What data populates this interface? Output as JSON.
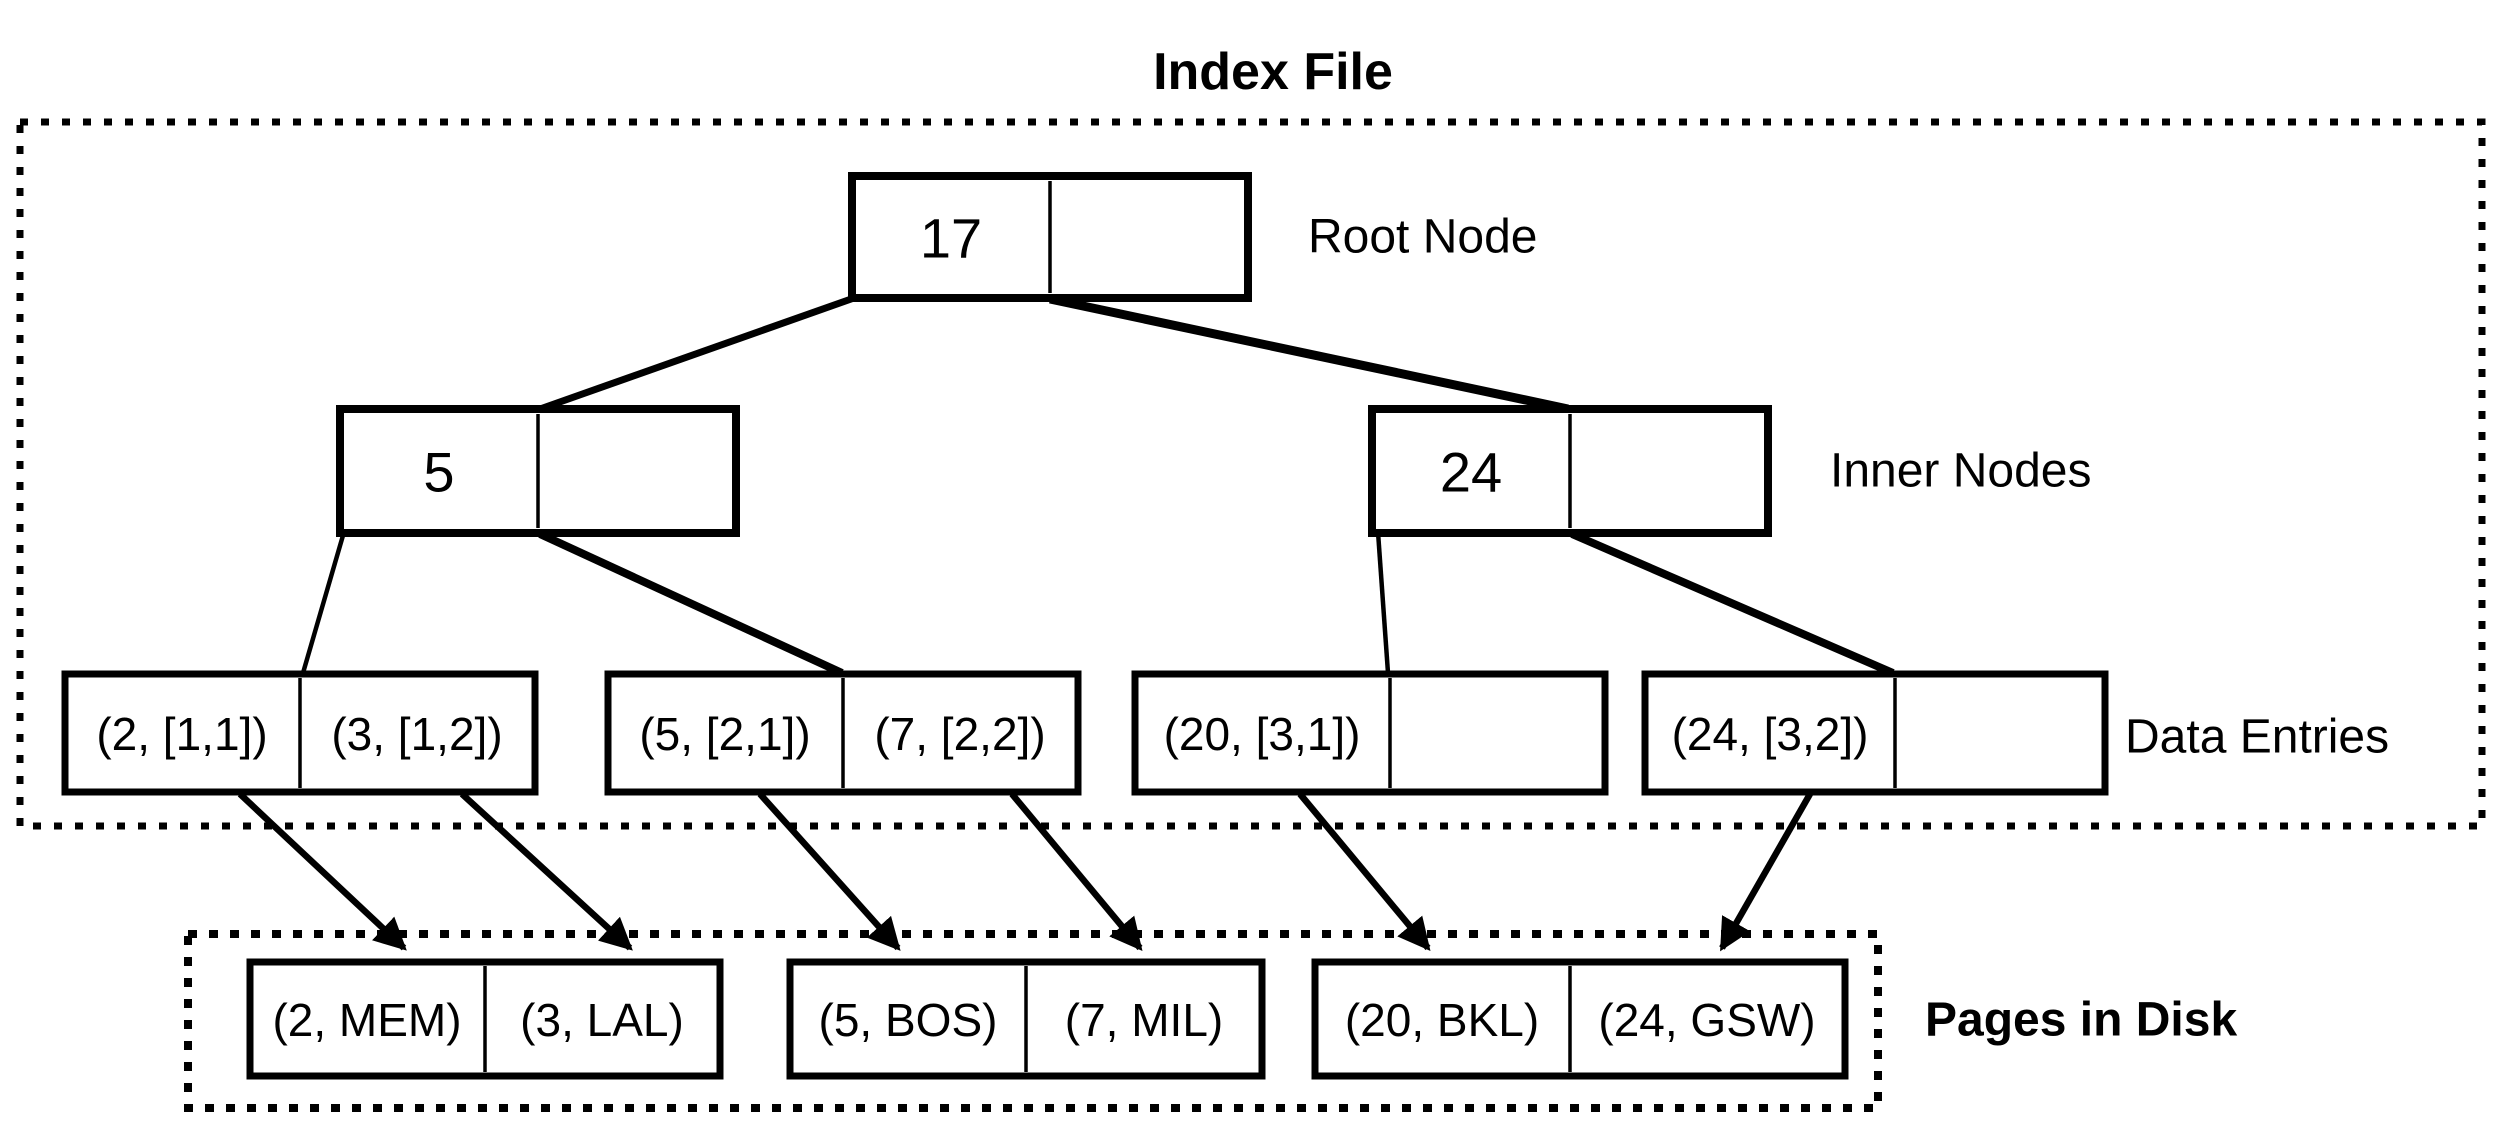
{
  "diagram": {
    "title": "Index File",
    "labels": {
      "root": "Root Node",
      "inner": "Inner Nodes",
      "entries": "Data Entries",
      "disk": "Pages in Disk"
    },
    "root_node": {
      "key": "17"
    },
    "inner_nodes": [
      {
        "key": "5"
      },
      {
        "key": "24"
      }
    ],
    "data_entries": [
      {
        "cells": [
          "(2, [1,1])",
          "(3, [1,2])"
        ]
      },
      {
        "cells": [
          "(5, [2,1])",
          "(7, [2,2])"
        ]
      },
      {
        "cells": [
          "(20, [3,1])",
          ""
        ]
      },
      {
        "cells": [
          "(24, [3,2])",
          ""
        ]
      }
    ],
    "disk_pages": [
      {
        "cells": [
          "(2, MEM)",
          "(3, LAL)"
        ]
      },
      {
        "cells": [
          "(5, BOS)",
          "(7, MIL)"
        ]
      },
      {
        "cells": [
          "(20, BKL)",
          "(24, GSW)"
        ]
      }
    ],
    "colors": {
      "ink": "#000000",
      "background": "#ffffff"
    }
  }
}
